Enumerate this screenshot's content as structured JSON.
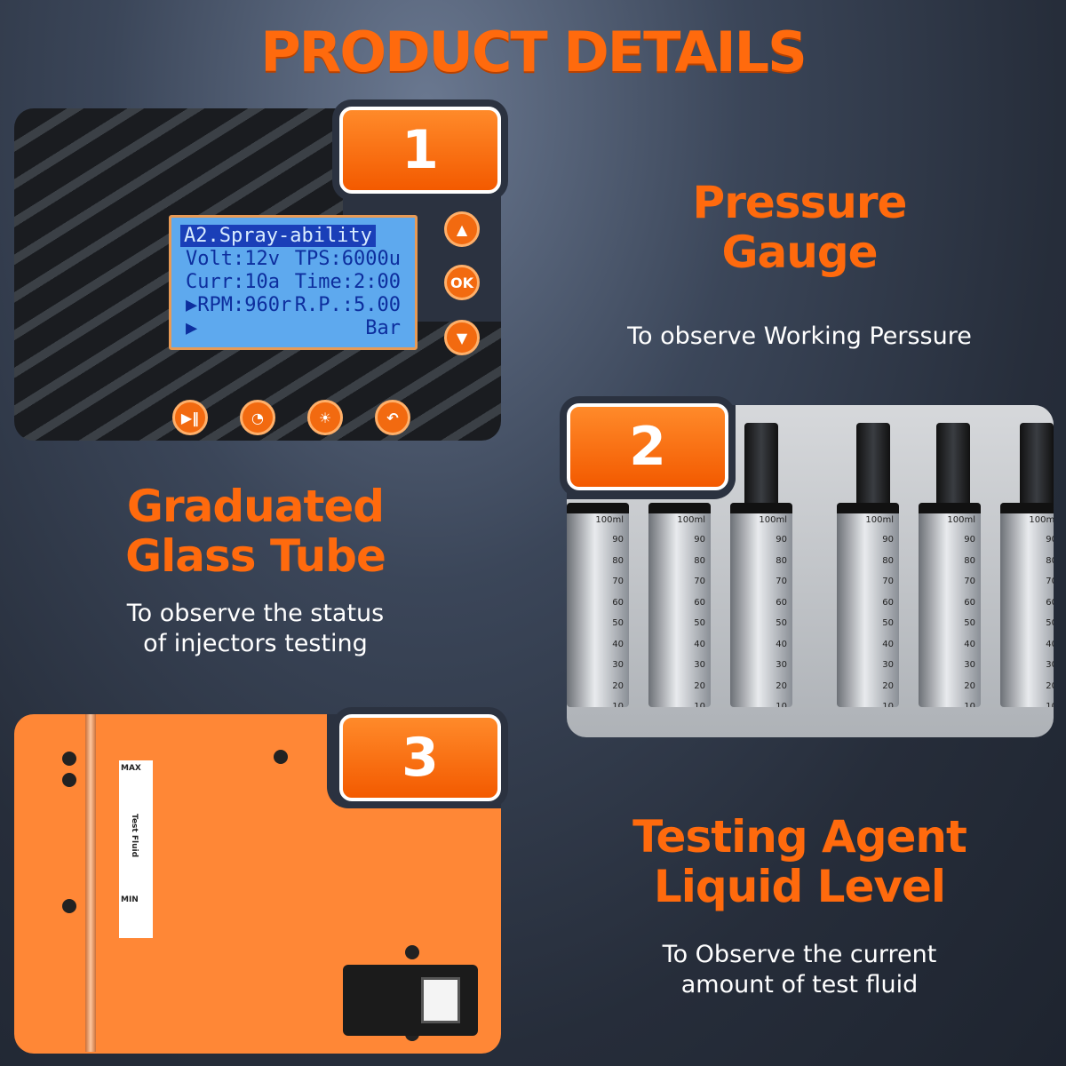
{
  "header": {
    "title": "PRODUCT DETAILS"
  },
  "badges": [
    "1",
    "2",
    "3"
  ],
  "features": [
    {
      "title_line1": "Pressure",
      "title_line2": "Gauge",
      "desc_line1": "To observe Working Perssure",
      "desc_line2": ""
    },
    {
      "title_line1": "Graduated",
      "title_line2": "Glass Tube",
      "desc_line1": "To observe the status",
      "desc_line2": "of injectors testing"
    },
    {
      "title_line1": "Testing Agent",
      "title_line2": "Liquid Level",
      "desc_line1": "To Observe the current",
      "desc_line2": "amount of test fluid"
    }
  ],
  "lcd": {
    "header": "A2.Spray-ability",
    "rows": [
      [
        "Volt:12v",
        "TPS:6000u"
      ],
      [
        "Curr:10a",
        "Time:2:00"
      ],
      [
        "▶RPM:960r",
        "R.P.:5.00"
      ],
      [
        "▶",
        "Bar"
      ]
    ]
  },
  "buttons": {
    "ok": "OK"
  },
  "tube_scale": {
    "cap_label": "100ml",
    "marks": [
      "90",
      "80",
      "70",
      "60",
      "50",
      "40",
      "30",
      "20",
      "10"
    ]
  },
  "sticker": {
    "max": "MAX",
    "text": "Test Fluid",
    "min": "MIN"
  },
  "colors": {
    "accent": "#ff6a0d",
    "badge": "#f35a00",
    "lcd": "#5ea9ee",
    "panel3": "#ff8736"
  }
}
